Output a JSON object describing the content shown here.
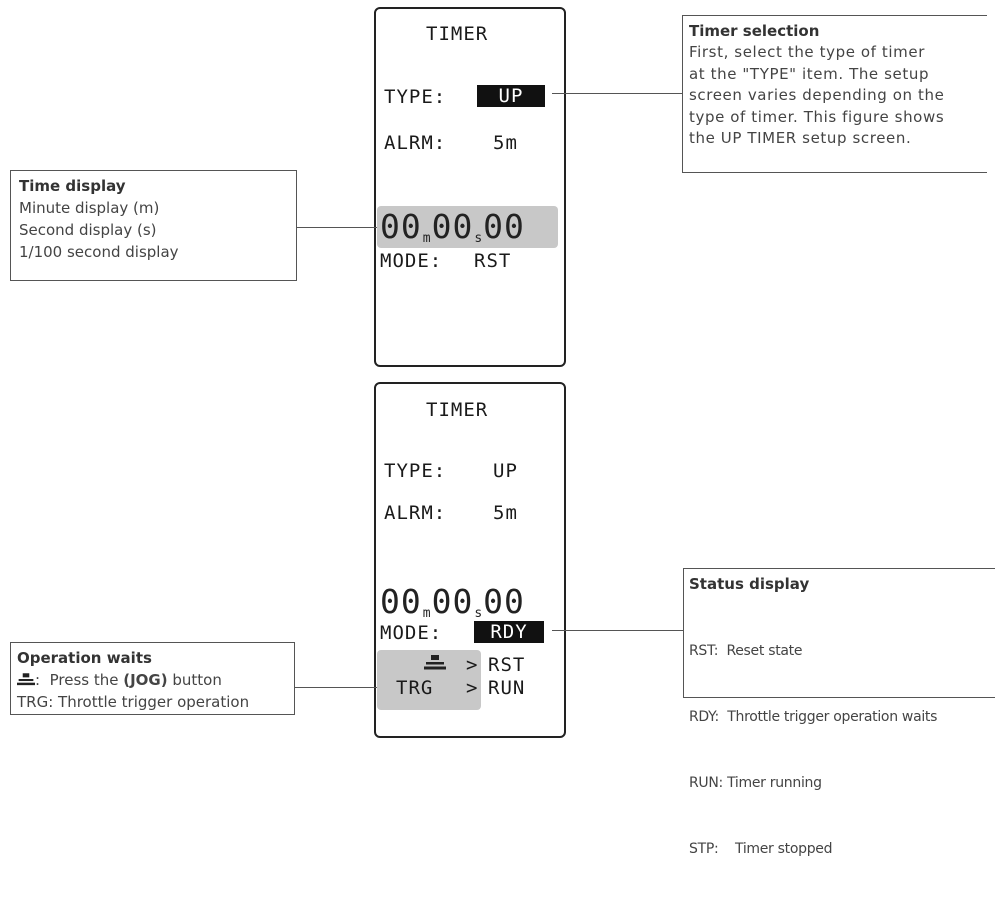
{
  "screen1": {
    "title": "TIMER",
    "type_label": "TYPE:",
    "type_value": "UP",
    "alarm_label": "ALRM:",
    "alarm_value": "5m",
    "minutes": "00",
    "minutes_unit": "m",
    "seconds": "00",
    "seconds_unit": "s",
    "hundredths": "00",
    "mode_label": "MODE:",
    "mode_value": "RST"
  },
  "screen2": {
    "title": "TIMER",
    "type_label": "TYPE:",
    "type_value": "UP",
    "alarm_label": "ALRM:",
    "alarm_value": "5m",
    "minutes": "00",
    "minutes_unit": "m",
    "seconds": "00",
    "seconds_unit": "s",
    "hundredths": "00",
    "mode_label": "MODE:",
    "mode_value": "RDY",
    "trg_label": "TRG",
    "arrow": ">",
    "rst": "RST",
    "run": "RUN"
  },
  "callouts": {
    "timer_selection": {
      "title": "Timer selection",
      "lines": [
        "First, select the type of timer",
        "at the \"TYPE\" item. The setup",
        "screen varies depending on the",
        "type of timer. This figure shows",
        "the UP TIMER setup screen."
      ]
    },
    "time_display": {
      "title": "Time display",
      "lines": [
        "Minute display (m)",
        "Second display (s)",
        "1/100 second display"
      ]
    },
    "status_display": {
      "title": "Status display",
      "lines": [
        "RST:  Reset state",
        "RDY:  Throttle trigger operation waits",
        "RUN: Timer running",
        "STP:    Timer stopped"
      ]
    },
    "operation_waits": {
      "title": "Operation waits",
      "jog_text_pre": ":  Press the ",
      "jog_bold": "(JOG)",
      "jog_text_post": " button",
      "trg_line": "TRG: Throttle trigger operation"
    }
  },
  "icons": {
    "jog": "jog-button-icon"
  }
}
